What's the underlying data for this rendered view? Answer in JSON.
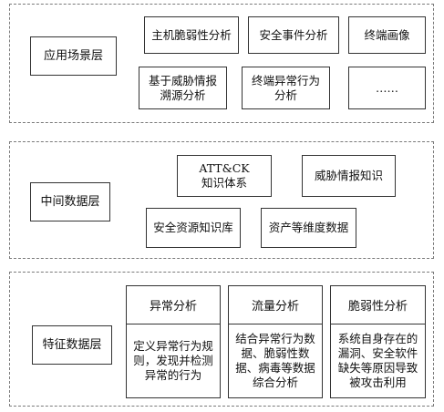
{
  "layers": {
    "application": {
      "label": "应用场景层",
      "items": [
        "主机脆弱性分析",
        "安全事件分析",
        "终端画像",
        "基于威胁情报\n溯源分析",
        "终端异常行为\n分析",
        "……"
      ]
    },
    "middle": {
      "label": "中间数据层",
      "items": [
        "ATT&CK\n知识体系",
        "威胁情报知识",
        "安全资源知识库",
        "资产等维度数据"
      ]
    },
    "feature": {
      "label": "特征数据层",
      "columns": [
        {
          "title": "异常分析",
          "body": "定义异常行为规\n则，发现并检测\n异常的行为"
        },
        {
          "title": "流量分析",
          "body": "结合异常行为数\n据、脆弱性数\n据、病毒等数据\n综合分析"
        },
        {
          "title": "脆弱性分析",
          "body": "系统自身存在的\n漏洞、安全软件\n缺失等原因导致\n被攻击利用"
        }
      ]
    }
  }
}
